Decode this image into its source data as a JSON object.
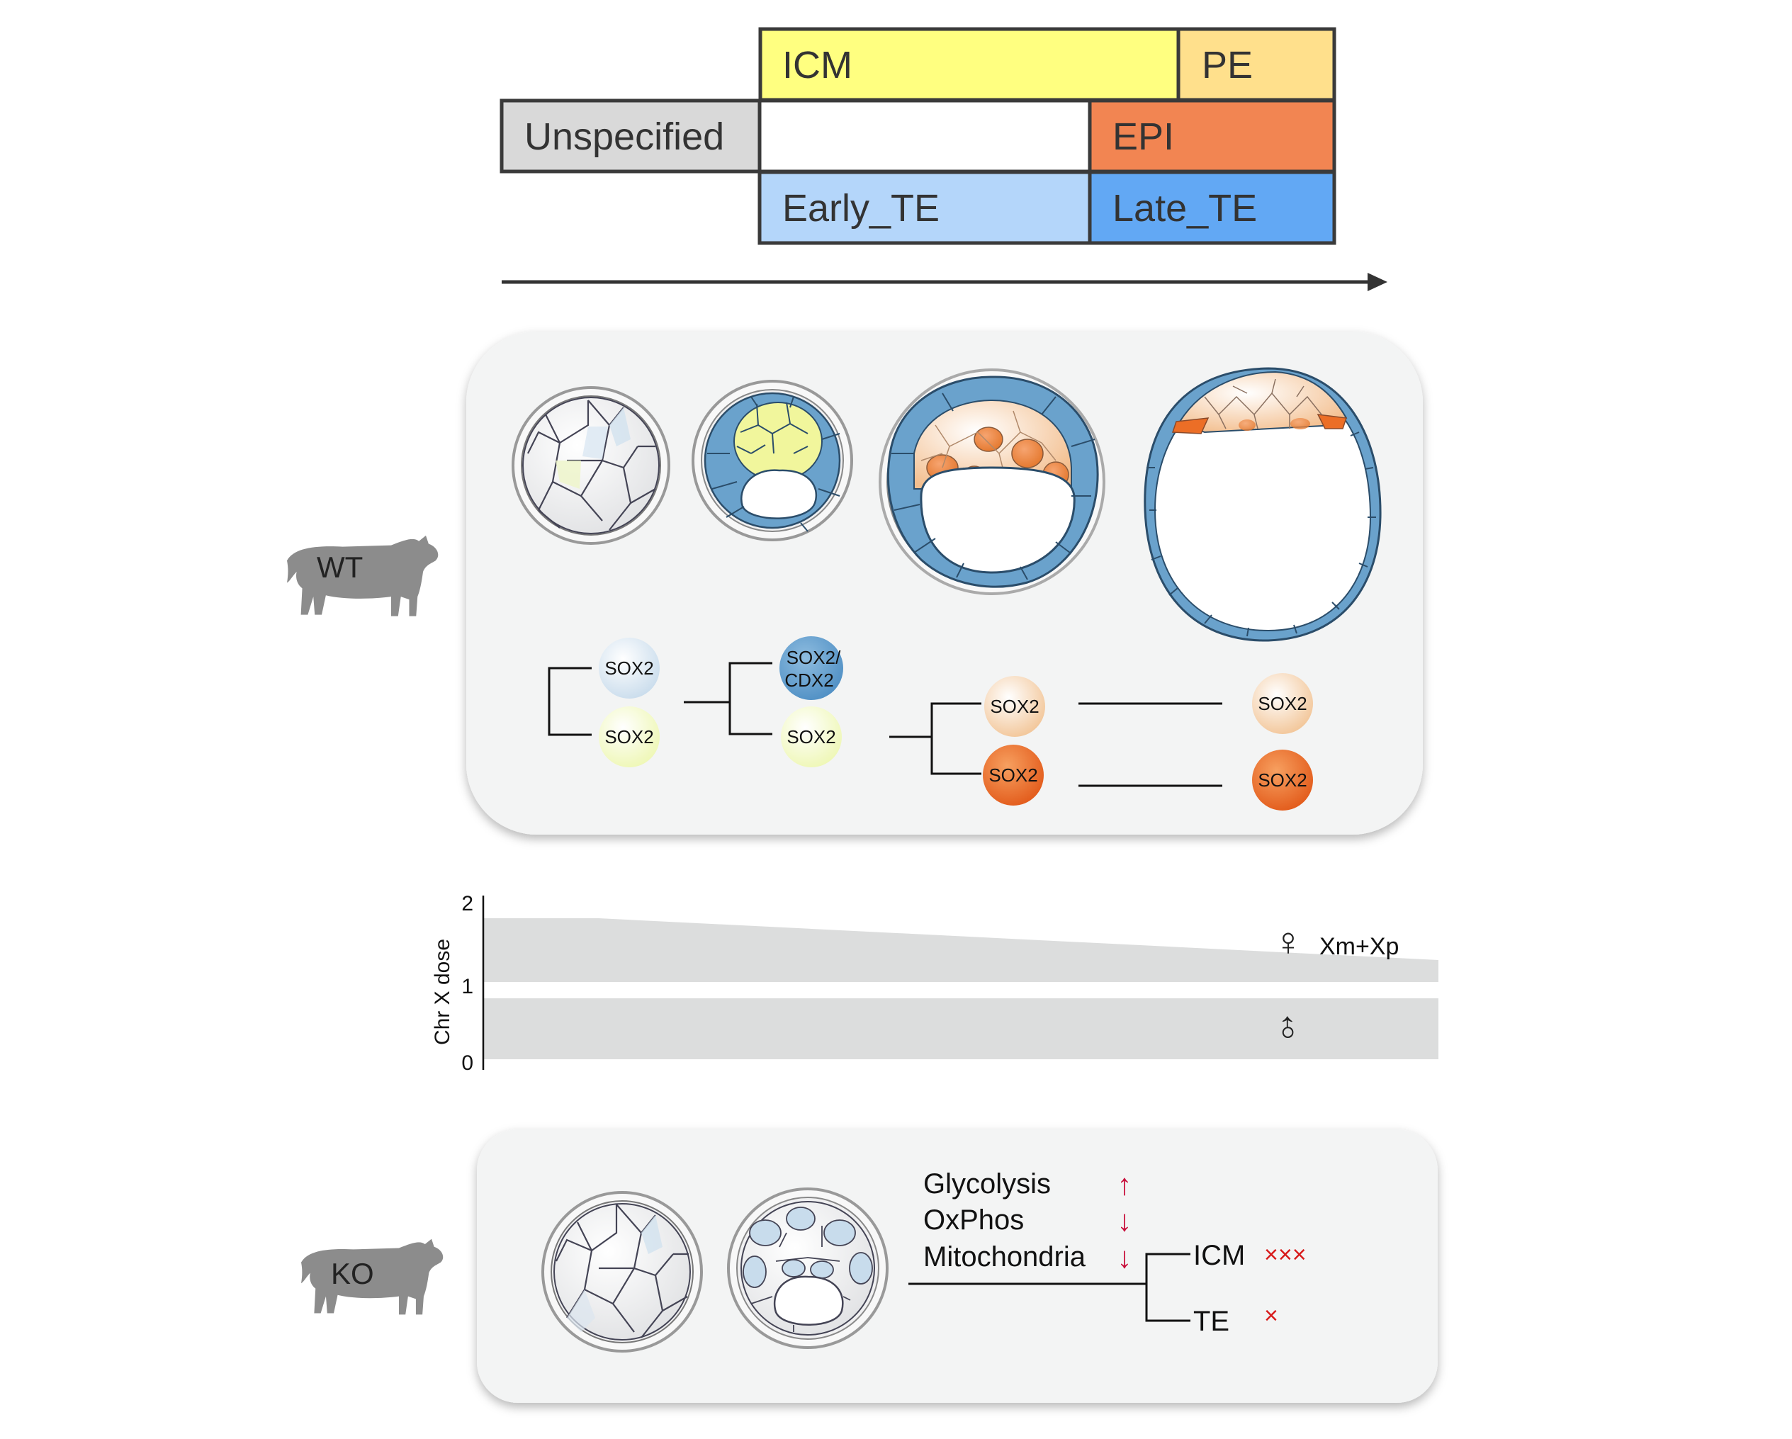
{
  "timeline": {
    "icm": "ICM",
    "pe": "PE",
    "unspecified": "Unspecified",
    "epi": "EPI",
    "early_te": "Early_TE",
    "late_te": "Late_TE"
  },
  "wt_panel": {
    "animal_label": "WT",
    "markers": {
      "m1": "SOX2",
      "m2": "SOX2",
      "m3_line1": "SOX2/",
      "m3_line2": "CDX2",
      "m4": "SOX2",
      "m5": "SOX2",
      "m6": "SOX2",
      "m7": "SOX2",
      "m8": "SOX2"
    }
  },
  "dose_chart": {
    "ylabel": "Chr X dose",
    "ticks": [
      "0",
      "1",
      "2"
    ],
    "female_symbol": "♀",
    "female_label": "Xm+Xp",
    "male_symbol": "♂"
  },
  "ko_panel": {
    "animal_label": "KO",
    "metabolism": [
      {
        "label": "Glycolysis",
        "arrow": "↑"
      },
      {
        "label": "OxPhos",
        "arrow": "↓"
      },
      {
        "label": "Mitochondria",
        "arrow": "↓"
      }
    ],
    "icm_label": "ICM",
    "icm_marks": "×××",
    "te_label": "TE",
    "te_marks": "×"
  },
  "colors": {
    "icm": "#ffff80",
    "pe": "#ffe08c",
    "unspecified": "#d9d9d9",
    "epi": "#f28552",
    "early_te": "#b4d6fa",
    "late_te": "#62a8f4",
    "te_cell": "#6aa2cc",
    "panel_bg": "#f3f4f4",
    "shade": "#dcdddd",
    "arrow_red": "#c8103c"
  }
}
